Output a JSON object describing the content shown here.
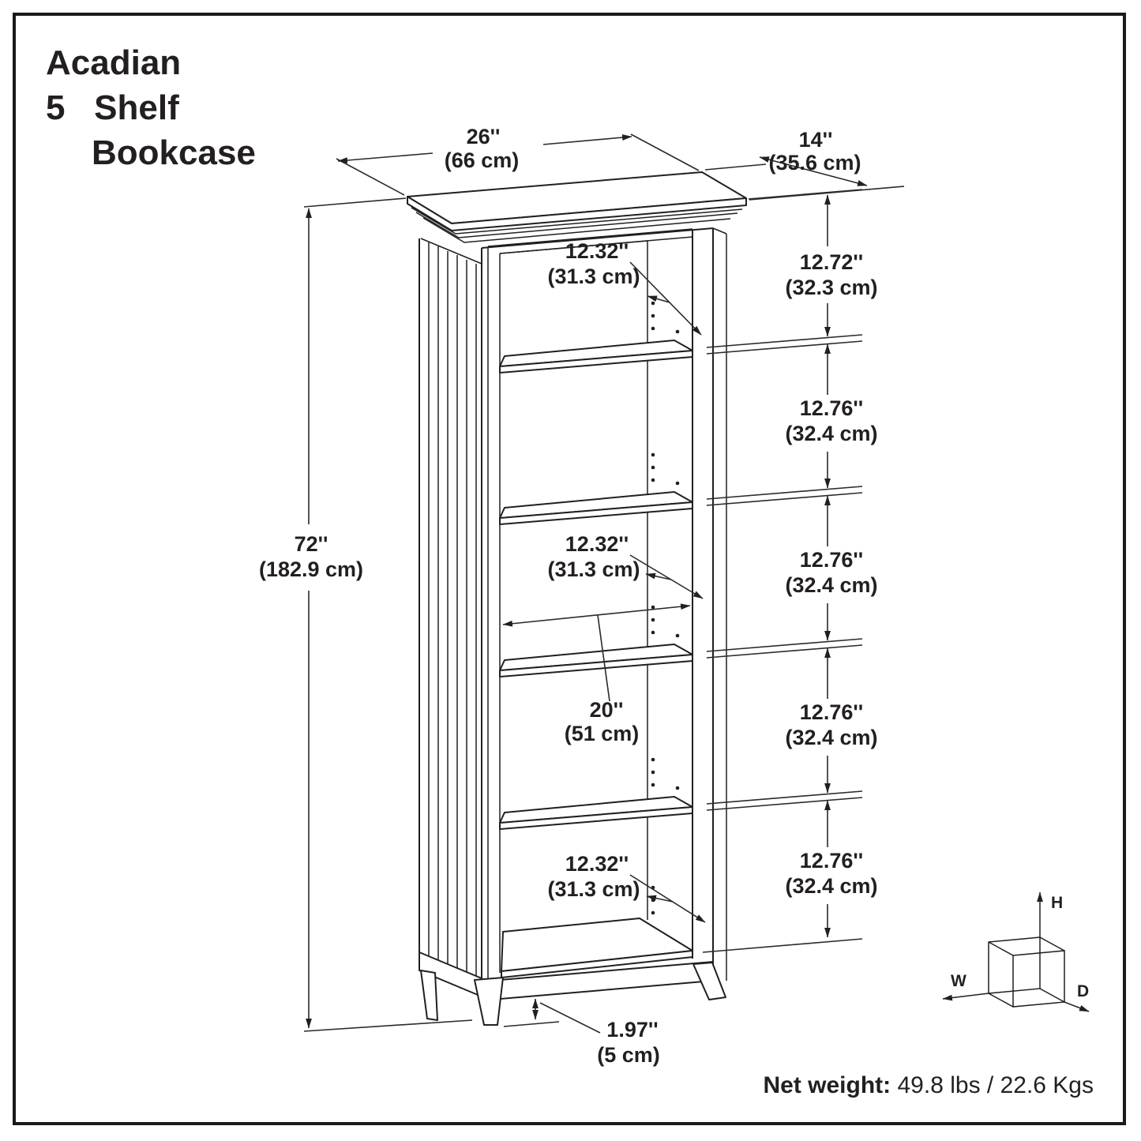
{
  "title": {
    "line1": "Acadian",
    "line2": "5   Shelf",
    "line3": "Bookcase"
  },
  "net_weight": {
    "label": "Net weight:",
    "value": " 49.8 lbs / 22.6 Kgs"
  },
  "dims": {
    "width": {
      "in": "26''",
      "cm": "(66 cm)"
    },
    "depth": {
      "in": "14''",
      "cm": "(35.6 cm)"
    },
    "height": {
      "in": "72''",
      "cm": "(182.9 cm)"
    },
    "shelf_depth_top": {
      "in": "12.32''",
      "cm": "(31.3 cm)"
    },
    "shelf_depth_mid": {
      "in": "12.32''",
      "cm": "(31.3 cm)"
    },
    "shelf_depth_bot": {
      "in": "12.32''",
      "cm": "(31.3 cm)"
    },
    "interior_width": {
      "in": "20''",
      "cm": "(51 cm)"
    },
    "floor_clearance": {
      "in": "1.97''",
      "cm": "(5 cm)"
    },
    "opening1": {
      "in": "12.72''",
      "cm": "(32.3 cm)"
    },
    "opening2": {
      "in": "12.76''",
      "cm": "(32.4 cm)"
    },
    "opening3": {
      "in": "12.76''",
      "cm": "(32.4 cm)"
    },
    "opening4": {
      "in": "12.76''",
      "cm": "(32.4 cm)"
    },
    "opening5": {
      "in": "12.76''",
      "cm": "(32.4 cm)"
    }
  },
  "axis_cube": {
    "w": "W",
    "h": "H",
    "d": "D"
  },
  "colors": {
    "line": "#231f20",
    "background": "#ffffff"
  }
}
